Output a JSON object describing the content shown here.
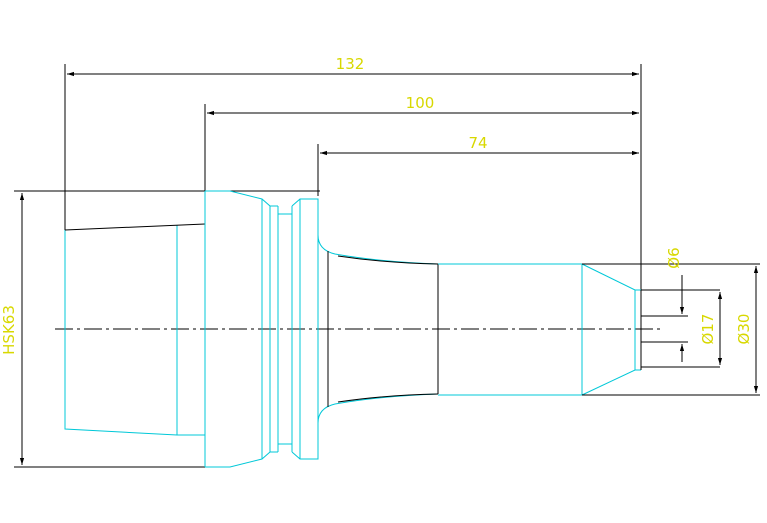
{
  "dimensions": {
    "overall_length": "132",
    "length_100": "100",
    "length_74": "74",
    "shank": "HSK63",
    "bore_small": "Ø6",
    "bore_mid": "Ø17",
    "nose_diameter": "Ø30"
  },
  "colors": {
    "outline": "#00c8d8",
    "dimension_text": "#d8d800",
    "lines": "#000000",
    "background": "#ffffff"
  }
}
